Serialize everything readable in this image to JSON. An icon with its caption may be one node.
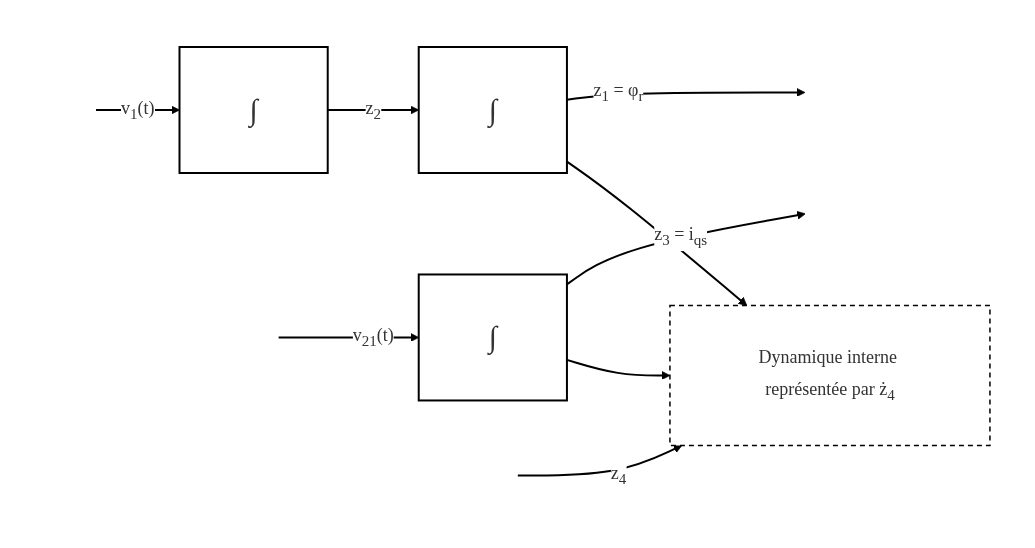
{
  "diagram": {
    "nodes": [
      {
        "text": [
          "∫"
        ]
      },
      {
        "text": [
          "∫"
        ]
      },
      {
        "text": [
          "∫"
        ]
      },
      {
        "text": [
          "Dynamique interne représentée par ż$_{4}$"
        ]
      }
    ],
    "edges": [
      {
        "from": null,
        "to": 0,
        "arrow": "to",
        "label": "v$_{1}$(t)"
      },
      {
        "from": 0,
        "to": 1,
        "arrow": "to",
        "label": "z$_{2}$"
      },
      {
        "from": 1,
        "to": null,
        "arrow": "to",
        "label": "z$_{1}$ = φ$_{r}$"
      },
      {
        "from": null,
        "to": 2,
        "arrow": "to",
        "label": "v$_{21}$(t)"
      },
      {
        "from": 2,
        "to": null,
        "arrow": "to",
        "label": "z$_{3}$ = i$_{qs}$"
      },
      {
        "from": 2,
        "to": 3,
        "arrow": "to"
      },
      {
        "from": 1,
        "to": 3,
        "arrow": "to"
      },
      {
        "from": null,
        "to": 3,
        "arrow": "to",
        "label": "z$_{4}$"
      }
    ]
  }
}
